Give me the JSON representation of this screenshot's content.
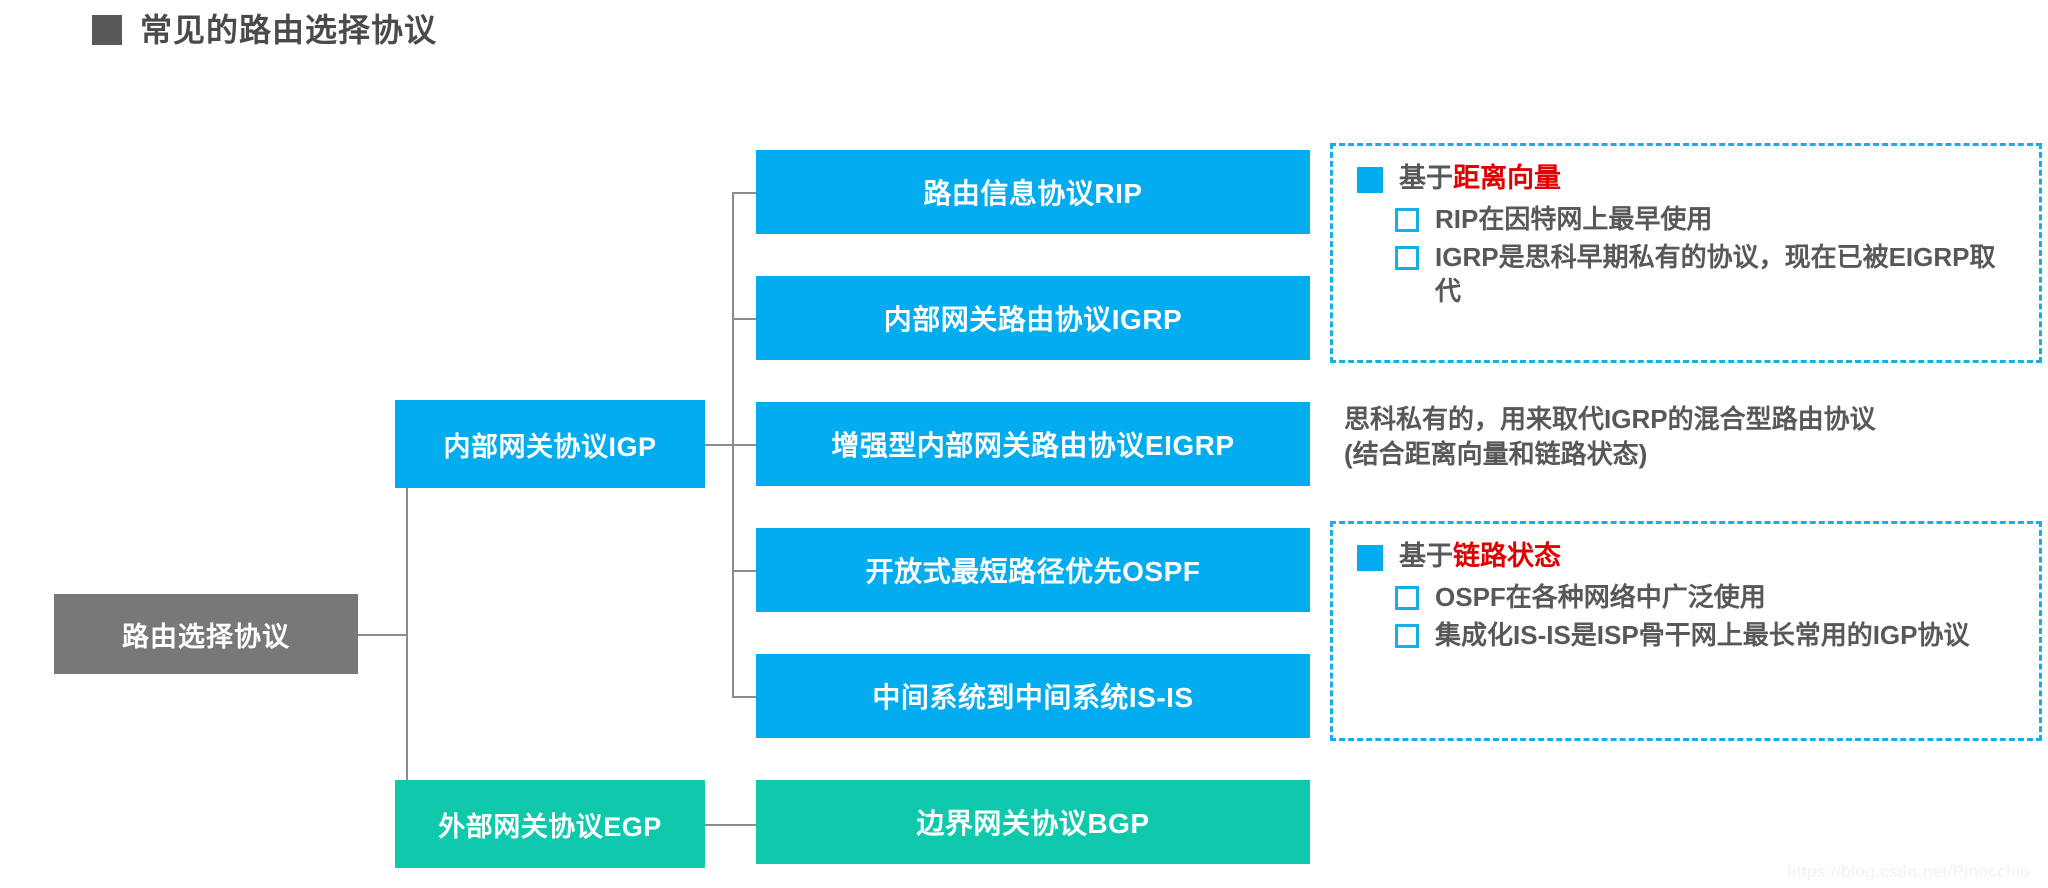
{
  "header": {
    "bullet_icon": "square-bullet-icon",
    "title": "常见的路由选择协议"
  },
  "diagram": {
    "type": "tree",
    "root": {
      "label": "路由选择协议",
      "color": "#787878"
    },
    "branches": [
      {
        "id": "igp",
        "label": "内部网关协议IGP",
        "color": "#03ABEF",
        "children": [
          {
            "id": "rip",
            "label": "路由信息协议RIP",
            "color": "#03ABEF"
          },
          {
            "id": "igrp",
            "label": "内部网关路由协议IGRP",
            "color": "#03ABEF"
          },
          {
            "id": "eigrp",
            "label": "增强型内部网关路由协议EIGRP",
            "color": "#03ABEF"
          },
          {
            "id": "ospf",
            "label": "开放式最短路径优先OSPF",
            "color": "#03ABEF"
          },
          {
            "id": "isis",
            "label": "中间系统到中间系统IS-IS",
            "color": "#03ABEF"
          }
        ]
      },
      {
        "id": "egp",
        "label": "外部网关协议EGP",
        "color": "#10C9AD",
        "children": [
          {
            "id": "bgp",
            "label": "边界网关协议BGP",
            "color": "#10C9AD"
          }
        ]
      }
    ]
  },
  "annotations": {
    "distance_vector": {
      "bullet_icon": "filled-square-icon",
      "heading_prefix": "基于",
      "heading_highlight": "距离向量",
      "highlight_color": "#E00000",
      "items": [
        {
          "checkbox_icon": "checkbox-icon",
          "text": "RIP在因特网上最早使用"
        },
        {
          "checkbox_icon": "checkbox-icon",
          "text": "IGRP是思科早期私有的协议，现在已被EIGRP取代"
        }
      ]
    },
    "eigrp_note": {
      "line1": "思科私有的，用来取代IGRP的混合型路由协议",
      "line2": "(结合距离向量和链路状态)"
    },
    "link_state": {
      "bullet_icon": "filled-square-icon",
      "heading_prefix": "基于",
      "heading_highlight": "链路状态",
      "highlight_color": "#E00000",
      "items": [
        {
          "checkbox_icon": "checkbox-icon",
          "text": "OSPF在各种网络中广泛使用"
        },
        {
          "checkbox_icon": "checkbox-icon",
          "text": "集成化IS-IS是ISP骨干网上最长常用的IGP协议"
        }
      ]
    }
  },
  "watermark": "https://blog.csdn.net/Pinocchio"
}
